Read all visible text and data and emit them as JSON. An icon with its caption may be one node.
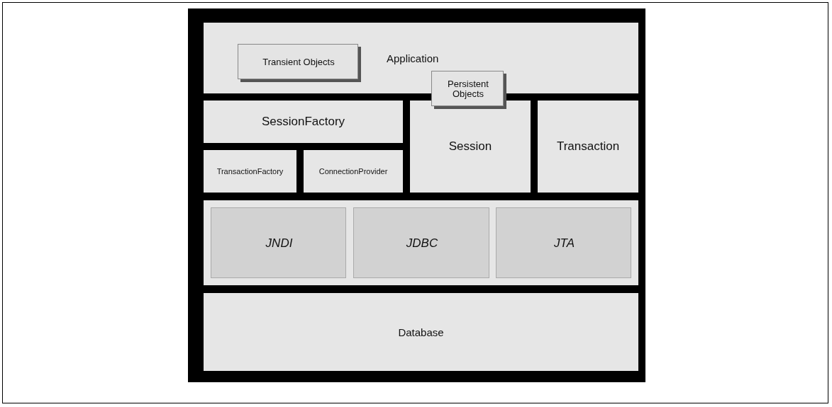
{
  "diagram": {
    "nodes": [
      {
        "text": [
          "Application"
        ]
      },
      {
        "text": [
          "Transient Objects"
        ],
        "in": 0
      },
      {
        "text": [
          "Persistent Objects"
        ]
      },
      {
        "text": [
          "SessionFactory"
        ]
      },
      {
        "text": [
          "TransactionFactory"
        ]
      },
      {
        "text": [
          "ConnectionProvider"
        ]
      },
      {
        "text": [
          "Session"
        ]
      },
      {
        "text": [
          "Transaction"
        ]
      },
      {
        "text": [],
        "shape": "box"
      },
      {
        "text": [
          "JNDI"
        ],
        "in": 8
      },
      {
        "text": [
          "JDBC"
        ],
        "in": 8
      },
      {
        "text": [
          "JTA"
        ],
        "in": 8
      },
      {
        "text": [
          "Database"
        ]
      }
    ]
  }
}
